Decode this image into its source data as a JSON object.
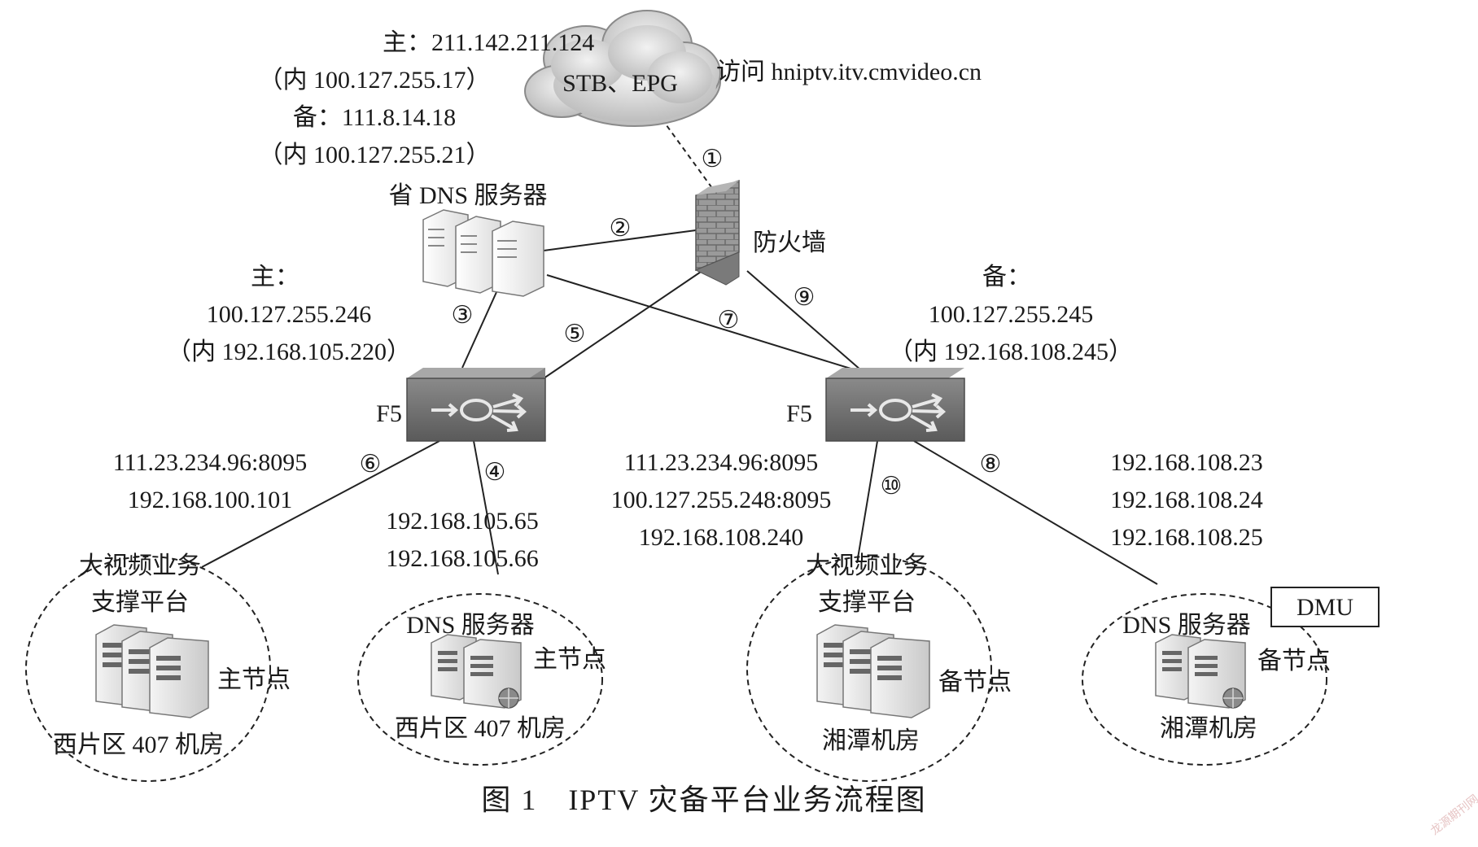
{
  "diagram": {
    "caption": "图 1　IPTV 灾备平台业务流程图",
    "watermark": "龙源期刊网",
    "cloud": {
      "label": "STB、EPG",
      "access_text": "访问 hniptv.itv.cmvideo.cn"
    },
    "firewall": {
      "label": "防火墙"
    },
    "province_dns": {
      "label": "省 DNS 服务器",
      "primary_public": "主：211.142.211.124",
      "primary_internal": "（内 100.127.255.17）",
      "backup_public": "备：111.8.14.18",
      "backup_internal": "（内 100.127.255.21）"
    },
    "f5_primary": {
      "label": "F5",
      "role": "主：",
      "ip": "100.127.255.246",
      "internal": "（内 192.168.105.220）"
    },
    "f5_backup": {
      "label": "F5",
      "role": "备：",
      "ip": "100.127.255.245",
      "internal": "（内 192.168.108.245）"
    },
    "steps": {
      "s1": "①",
      "s2": "②",
      "s3": "③",
      "s4": "④",
      "s5": "⑤",
      "s6": "⑥",
      "s7": "⑦",
      "s8": "⑧",
      "s9": "⑨",
      "s10": "⑩"
    },
    "link_labels": {
      "left_video_1": "111.23.234.96:8095",
      "left_video_2": "192.168.100.101",
      "left_dns_1": "192.168.105.65",
      "left_dns_2": "192.168.105.66",
      "right_video_1": "111.23.234.96:8095",
      "right_video_2": "100.127.255.248:8095",
      "right_video_3": "192.168.108.240",
      "right_dns_1": "192.168.108.23",
      "right_dns_2": "192.168.108.24",
      "right_dns_3": "192.168.108.25"
    },
    "nodes": {
      "west_video": {
        "title1": "大视频业务",
        "title2": "支撑平台",
        "node": "主节点",
        "room": "西片区 407 机房"
      },
      "west_dns": {
        "title": "DNS 服务器",
        "node": "主节点",
        "room": "西片区 407 机房"
      },
      "xt_video": {
        "title1": "大视频业务",
        "title2": "支撑平台",
        "node": "备节点",
        "room": "湘潭机房"
      },
      "xt_dns": {
        "title": "DNS 服务器",
        "node": "备节点",
        "room": "湘潭机房",
        "badge": "DMU"
      }
    }
  }
}
